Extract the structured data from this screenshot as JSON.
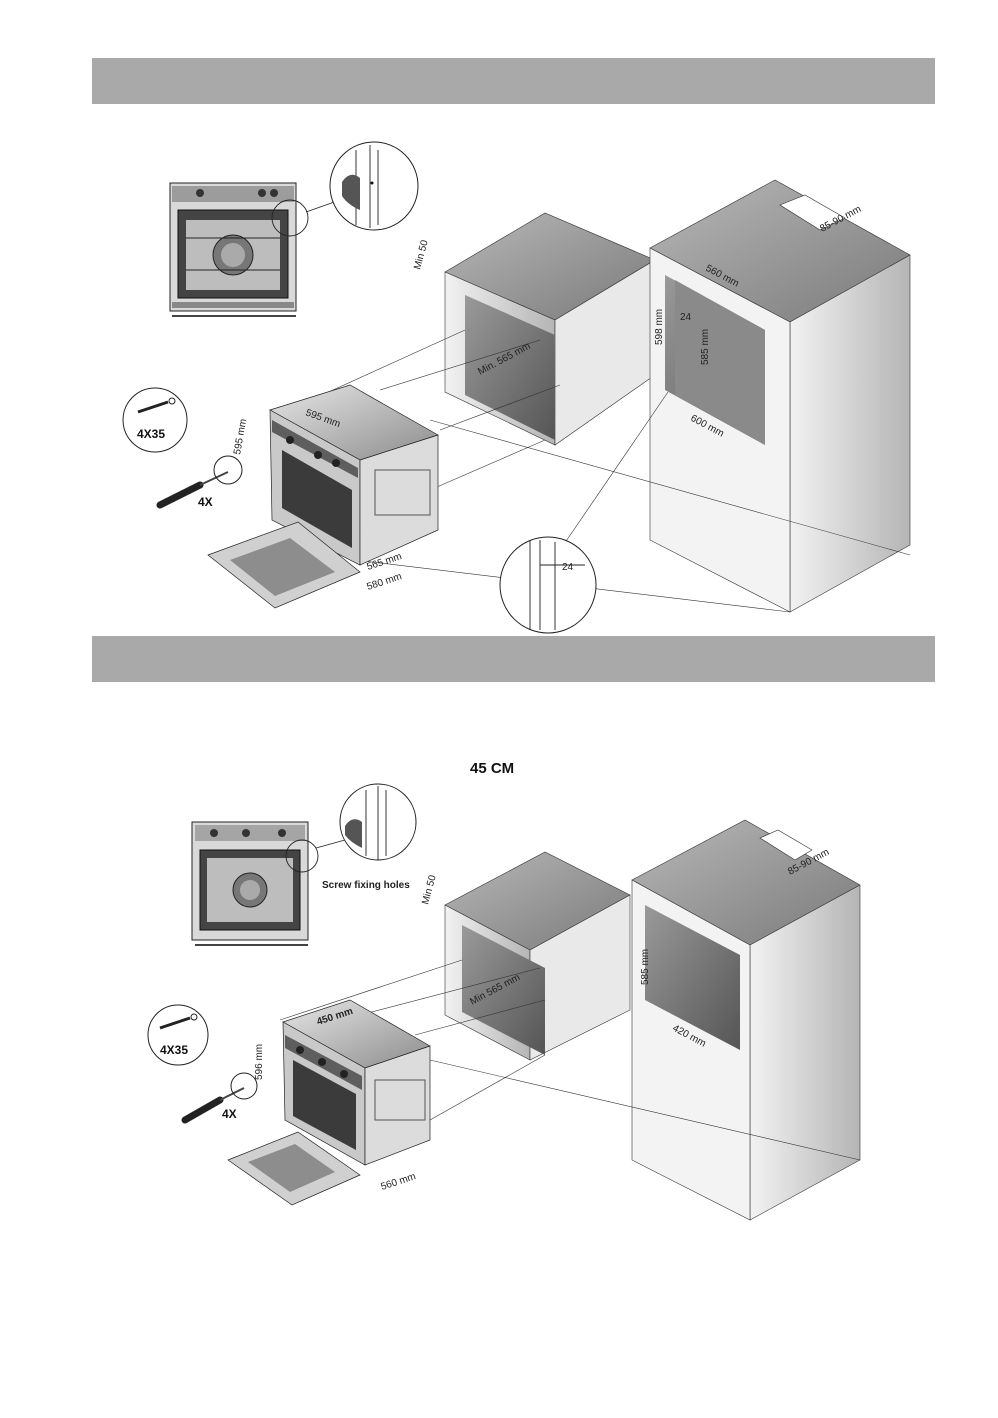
{
  "section_bands": [
    "",
    ""
  ],
  "diagram1": {
    "labels": {
      "min_top": "Min 50",
      "min_depth": "Min. 565 mm",
      "width_opening": "560 mm",
      "height_opening": "598 mm",
      "height_inner": "585 mm",
      "offset": "24",
      "depth_opening": "600 mm",
      "vent": "85-90 mm",
      "oven_width": "595 mm",
      "oven_height": "595 mm",
      "oven_depth1": "565 mm",
      "oven_depth2": "580 mm",
      "screws": "4X35",
      "count": "4X",
      "detail_offset": "24"
    }
  },
  "diagram2": {
    "title": "45 CM",
    "labels": {
      "screw_holes": "Screw fixing holes",
      "min_top": "Min 50",
      "min_depth": "Min 565 mm",
      "height_opening": "585 mm",
      "depth_opening": "420 mm",
      "vent": "85-90 mm",
      "oven_width": "450 mm",
      "oven_height": "596 mm",
      "oven_depth": "560 mm",
      "screws": "4X35",
      "count": "4X"
    }
  },
  "colors": {
    "band": "#a9a9a9",
    "cabinet_top": "#8e8e8e",
    "cabinet_side": "#cfcfcf",
    "cavity": "#6f6f6f"
  }
}
